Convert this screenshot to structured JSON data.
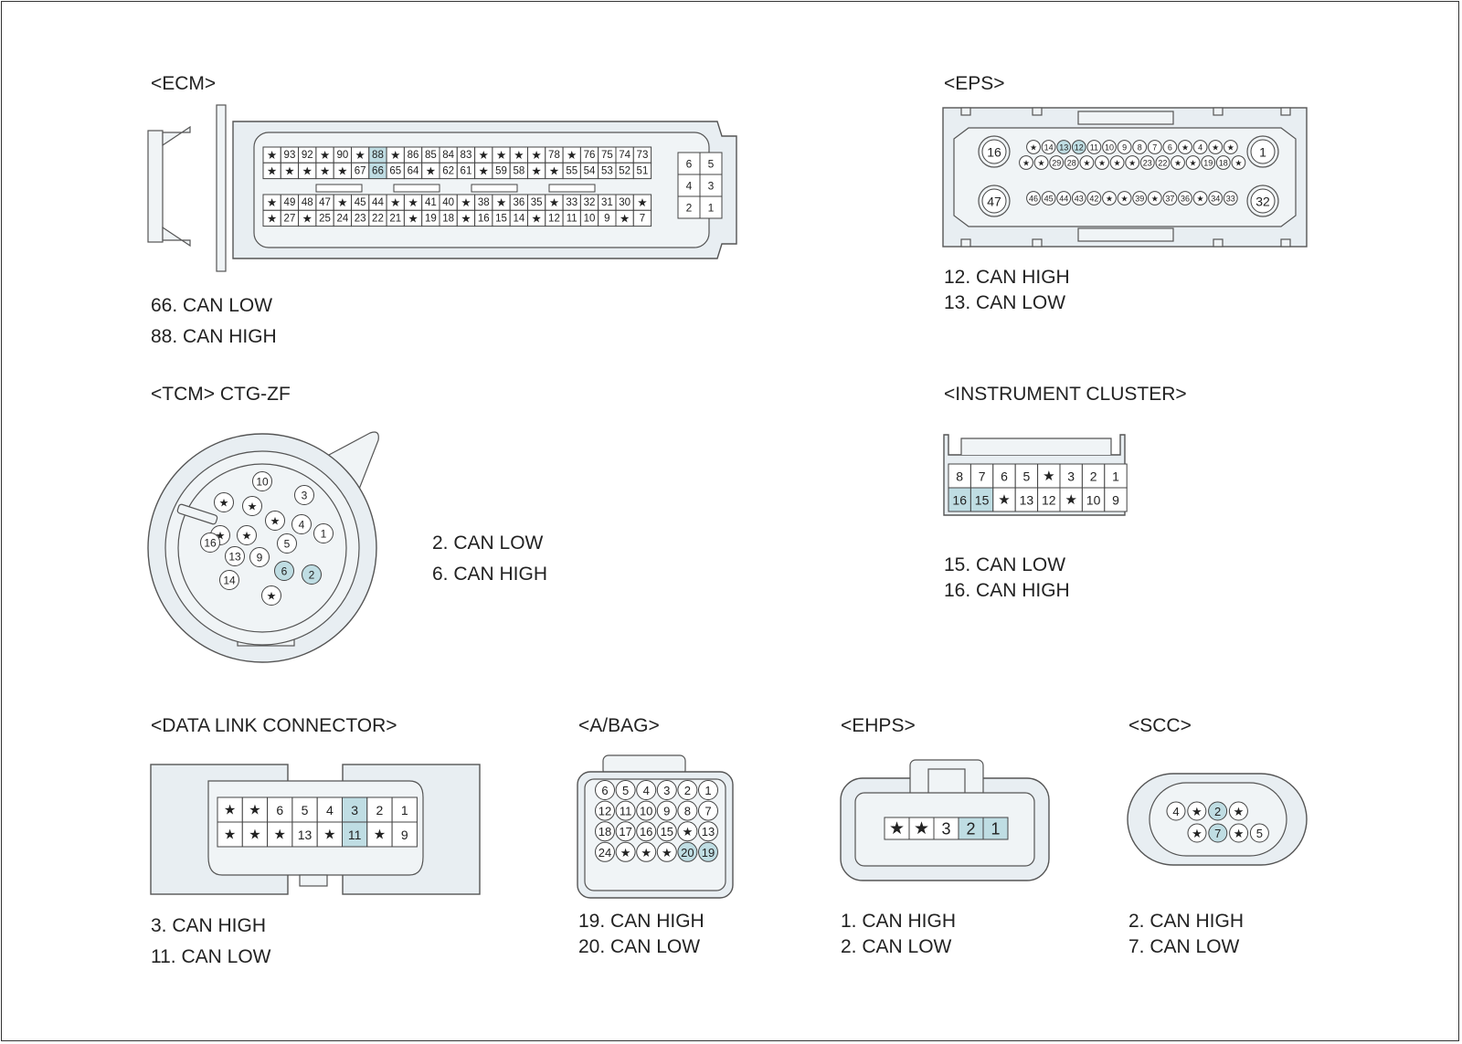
{
  "ecm": {
    "title": "<ECM>",
    "top_rows": [
      [
        "★",
        "93",
        "92",
        "★",
        "90",
        "★",
        "88",
        "★",
        "86",
        "85",
        "84",
        "83",
        "★",
        "★",
        "★",
        "★",
        "78",
        "★",
        "76",
        "75",
        "74",
        "73"
      ],
      [
        "★",
        "★",
        "★",
        "★",
        "★",
        "67",
        "66",
        "65",
        "64",
        "★",
        "62",
        "61",
        "★",
        "59",
        "58",
        "★",
        "★",
        "55",
        "54",
        "53",
        "52",
        "51"
      ]
    ],
    "bottom_rows": [
      [
        "★",
        "49",
        "48",
        "47",
        "★",
        "45",
        "44",
        "★",
        "★",
        "41",
        "40",
        "★",
        "38",
        "★",
        "36",
        "35",
        "★",
        "33",
        "32",
        "31",
        "30",
        "★"
      ],
      [
        "★",
        "27",
        "★",
        "25",
        "24",
        "23",
        "22",
        "21",
        "★",
        "19",
        "18",
        "★",
        "16",
        "15",
        "14",
        "★",
        "12",
        "11",
        "10",
        "9",
        "★",
        "7"
      ]
    ],
    "right_block": [
      [
        "6",
        "5"
      ],
      [
        "4",
        "3"
      ],
      [
        "2",
        "1"
      ]
    ],
    "highlight": [
      "88",
      "66"
    ],
    "notes": [
      "66. CAN LOW",
      "88. CAN HIGH"
    ]
  },
  "eps": {
    "title": "<EPS>",
    "row1": [
      "★",
      "14",
      "13",
      "12",
      "11",
      "10",
      "9",
      "8",
      "7",
      "6",
      "★",
      "4",
      "★",
      "★"
    ],
    "row2": [
      "★",
      "★",
      "29",
      "28",
      "★",
      "★",
      "★",
      "★",
      "23",
      "22",
      "★",
      "★",
      "19",
      "18",
      "★"
    ],
    "row3": [
      "46",
      "45",
      "44",
      "43",
      "42",
      "★",
      "★",
      "39",
      "★",
      "37",
      "36",
      "★",
      "34",
      "33"
    ],
    "big_pins": [
      "16",
      "1",
      "47",
      "32"
    ],
    "highlight": [
      "13",
      "12"
    ],
    "notes": [
      "12. CAN HIGH",
      "13. CAN LOW"
    ]
  },
  "tcm": {
    "title": "<TCM> CTG-ZF",
    "pins": [
      "10",
      "★",
      "★",
      "3",
      "★",
      "★",
      "4",
      "★",
      "1",
      "16",
      "5",
      "13",
      "9",
      "6",
      "2",
      "14",
      "★"
    ],
    "highlight": [
      "6",
      "2"
    ],
    "notes": [
      "2. CAN LOW",
      "6. CAN HIGH"
    ]
  },
  "cluster": {
    "title": "<INSTRUMENT CLUSTER>",
    "rows": [
      [
        "8",
        "7",
        "6",
        "5",
        "★",
        "3",
        "2",
        "1"
      ],
      [
        "16",
        "15",
        "★",
        "13",
        "12",
        "★",
        "10",
        "9"
      ]
    ],
    "highlight": [
      "16",
      "15"
    ],
    "notes": [
      "15. CAN LOW",
      "16. CAN HIGH"
    ]
  },
  "dlc": {
    "title": "<DATA LINK CONNECTOR>",
    "rows": [
      [
        "★",
        "★",
        "6",
        "5",
        "4",
        "3",
        "2",
        "1"
      ],
      [
        "★",
        "★",
        "★",
        "13",
        "★",
        "11",
        "★",
        "9"
      ]
    ],
    "highlight": [
      "3",
      "11"
    ],
    "notes": [
      "3. CAN HIGH",
      "11. CAN LOW"
    ]
  },
  "abag": {
    "title": "<A/BAG>",
    "rows": [
      [
        "6",
        "5",
        "4",
        "3",
        "2",
        "1"
      ],
      [
        "12",
        "11",
        "10",
        "9",
        "8",
        "7"
      ],
      [
        "18",
        "17",
        "16",
        "15",
        "★",
        "13"
      ],
      [
        "24",
        "★",
        "★",
        "★",
        "20",
        "19"
      ]
    ],
    "highlight": [
      "20",
      "19"
    ],
    "notes": [
      "19. CAN HIGH",
      "20. CAN LOW"
    ]
  },
  "ehps": {
    "title": "<EHPS>",
    "cells": [
      "★",
      "★",
      "3",
      "2",
      "1"
    ],
    "highlight": [
      "2",
      "1"
    ],
    "notes": [
      "1. CAN HIGH",
      "2. CAN LOW"
    ]
  },
  "scc": {
    "title": "<SCC>",
    "row1": [
      "4",
      "★",
      "2",
      "★"
    ],
    "row2": [
      "★",
      "7",
      "★",
      "5"
    ],
    "highlight": [
      "2",
      "7"
    ],
    "notes": [
      "2. CAN HIGH",
      "7. CAN LOW"
    ]
  }
}
